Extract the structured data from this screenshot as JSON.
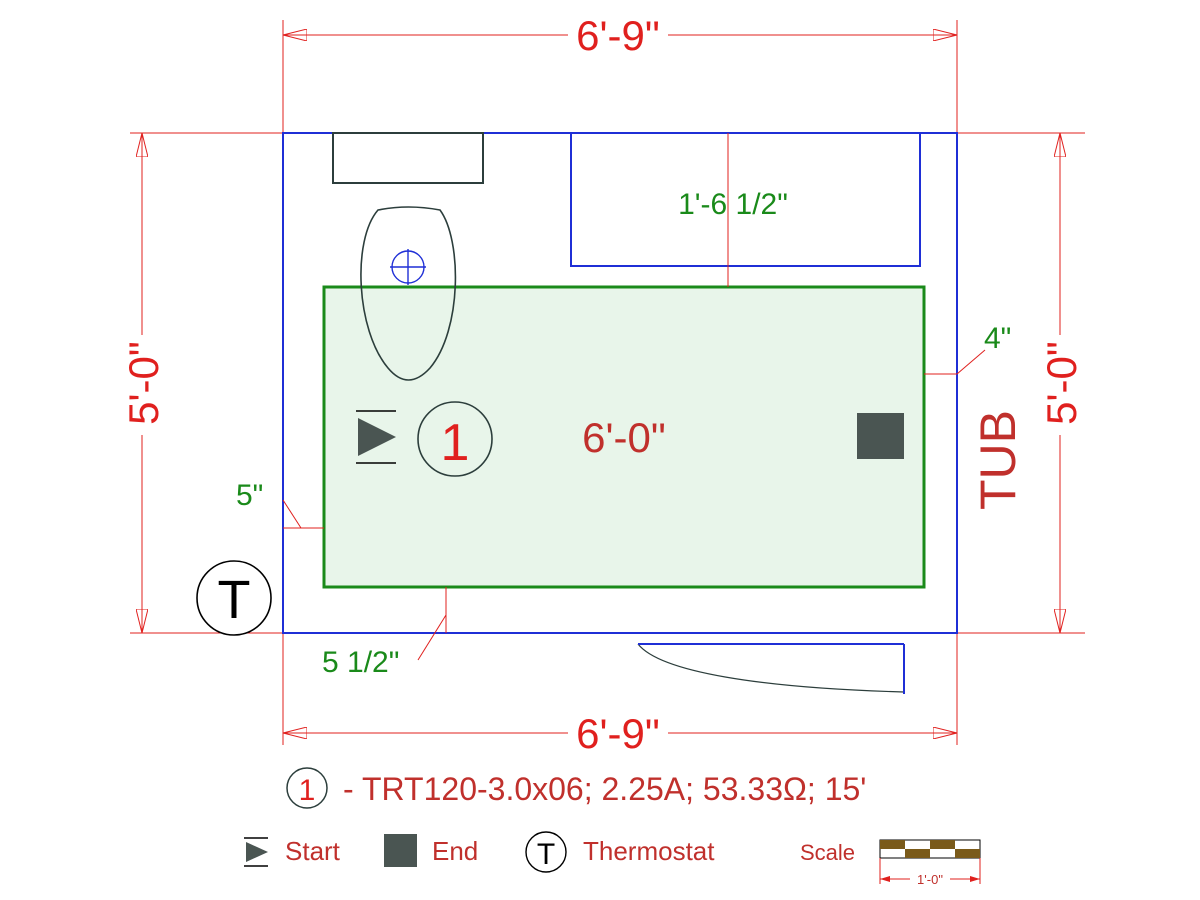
{
  "plan": {
    "dimensions": {
      "top_width": "6'-9\"",
      "bottom_width": "6'-9\"",
      "left_height": "5'-0\"",
      "right_height": "5'-0\"",
      "mat_length": "6'-0\"",
      "vanity_gap": "1'-6 1/2\"",
      "right_offset": "4\"",
      "left_offset": "5\"",
      "bottom_offset": "5 1/2\""
    },
    "labels": {
      "tub": "TUB",
      "zone_number": "1",
      "thermostat_symbol": "T"
    }
  },
  "legend": {
    "cable_number": "1",
    "cable_spec": "- TRT120-3.0x06; 2.25A; 53.33Ω; 15'",
    "start_label": "Start",
    "end_label": "End",
    "thermostat_label": "Thermostat",
    "thermostat_symbol": "T",
    "scale_label": "Scale",
    "scale_value": "1'-0\""
  },
  "colors": {
    "wall": "#1f2fd6",
    "dimension": "#e0201e",
    "dimension_text_dark": "#c0302c",
    "heating_mat_border": "#1a8a1a",
    "heating_mat_fill": "#e8f5ea",
    "fixture": "#2c3e3c",
    "end_marker": "#4a5552",
    "scale_brown": "#7a5a1a"
  }
}
